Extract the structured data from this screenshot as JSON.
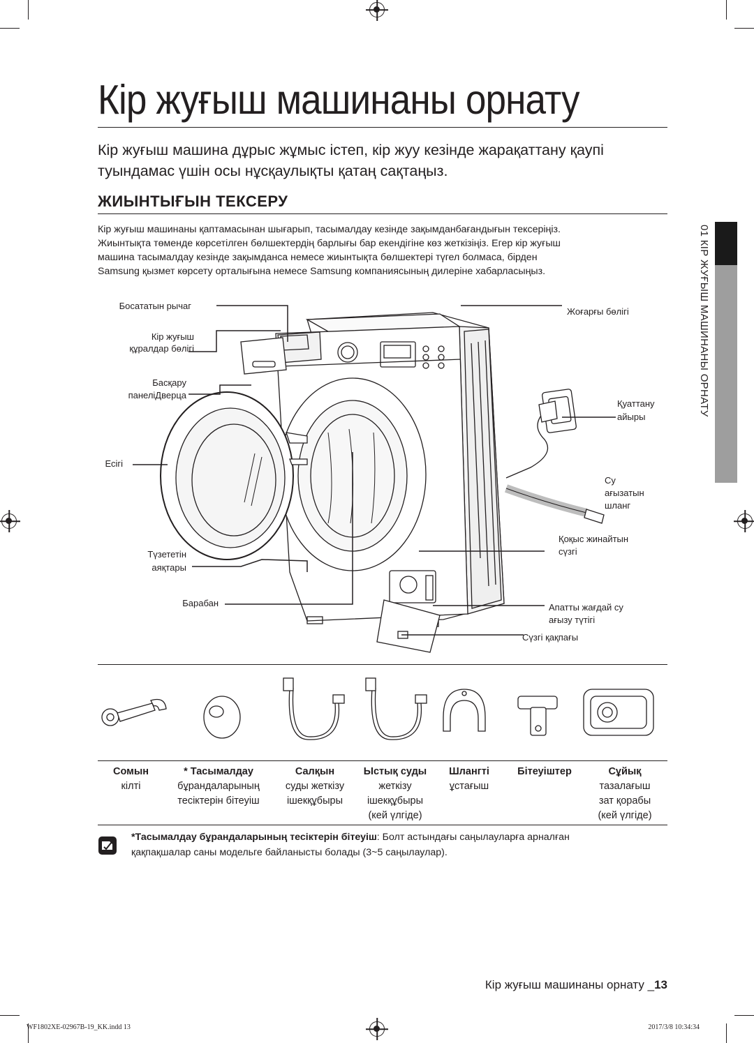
{
  "title": "Кір жуғыш машинаны орнату",
  "intro": {
    "line1": "Кір жуғыш машина дұрыс жұмыс істеп, кір жуу кезінде жарақаттану қаупі",
    "line2": "туындамас үшін осы нұсқаулықты қатаң сақтаңыз."
  },
  "section": {
    "heading": "ЖИЫНТЫҒЫН ТЕКСЕРУ",
    "lines": [
      "Кір жуғыш машинаны қаптамасынан шығарып, тасымалдау кезінде зақымданбағандығын тексеріңіз.",
      "Жиынтықта төменде көрсетілген бөлшектердің барлығы бар екендігіне көз жеткізіңіз. Егер кір жуғыш",
      "машина тасымалдау кезінде зақымданса немесе жиынтықта бөлшектері түгел болмаса, бірден",
      "Samsung қызмет көрсету орталығына немесе Samsung компаниясының дилеріне хабарласыңыз."
    ]
  },
  "side_tab": "01 КІР ЖУҒЫШ МАШИНАНЫ ОРНАТУ",
  "diagram": {
    "left_labels": {
      "release_lever": "Босататын рычаг",
      "detergent_line1": "Кір жуғыш",
      "detergent_line2": "құралдар бөлігі",
      "control_line1": "Басқару",
      "control_line2": "панеліДверца",
      "door": "Есігі",
      "feet_line1": "Түзететін",
      "feet_line2": "аяқтары",
      "drum": "Барабан"
    },
    "right_labels": {
      "worktop": "Жоғарғы бөлігі",
      "plug_line1": "Қуаттану",
      "plug_line2": "айыры",
      "hose_line1": "Су",
      "hose_line2": "ағызатын",
      "hose_line3": "шланг",
      "filter_line1": "Қоқыс жинайтын",
      "filter_line2": "сүзгі",
      "emergency_line1": "Апатты жағдай су",
      "emergency_line2": "ағызу түтігі",
      "filter_cover": "Сүзгі қақпағы"
    }
  },
  "accessories": [
    {
      "icon": "spanner-icon",
      "lines": [
        "Сомын",
        "кілті"
      ]
    },
    {
      "icon": "bolt-cap-icon",
      "lines": [
        "* Тасымалдау",
        "бұрандаларының",
        "тесіктерін бітеуіш"
      ]
    },
    {
      "icon": "cold-hose-icon",
      "lines": [
        "Салқын",
        "суды жеткізу",
        "ішекқұбыры"
      ]
    },
    {
      "icon": "hot-hose-icon",
      "lines": [
        "Ыстық суды",
        "жеткізу",
        "ішекқұбыры",
        "(кей үлгіде)"
      ]
    },
    {
      "icon": "hose-guide-icon",
      "lines": [
        "Шлангті",
        "ұстағыш"
      ]
    },
    {
      "icon": "blanking-plug-icon",
      "lines": [
        "Бітеуіштер"
      ]
    },
    {
      "icon": "detergent-case-icon",
      "lines": [
        "Сұйық",
        "тазалағыш",
        "зат қорабы",
        "(кей үлгіде)"
      ]
    }
  ],
  "note": {
    "bold": "*Тасымалдау бұрандаларының тесіктерін бітеуіш",
    "rest_line1": ": Болт астындағы саңылауларға арналған",
    "line2": "қақпақшалар саны модельге байланысты болады (3~5 саңылаулар)."
  },
  "footer": {
    "title": "Кір жуғыш машинаны орнату _",
    "page": "13",
    "file": "WF1802XE-02967B-19_KK.indd   13",
    "timestamp": "2017/3/8   10:34:34"
  }
}
